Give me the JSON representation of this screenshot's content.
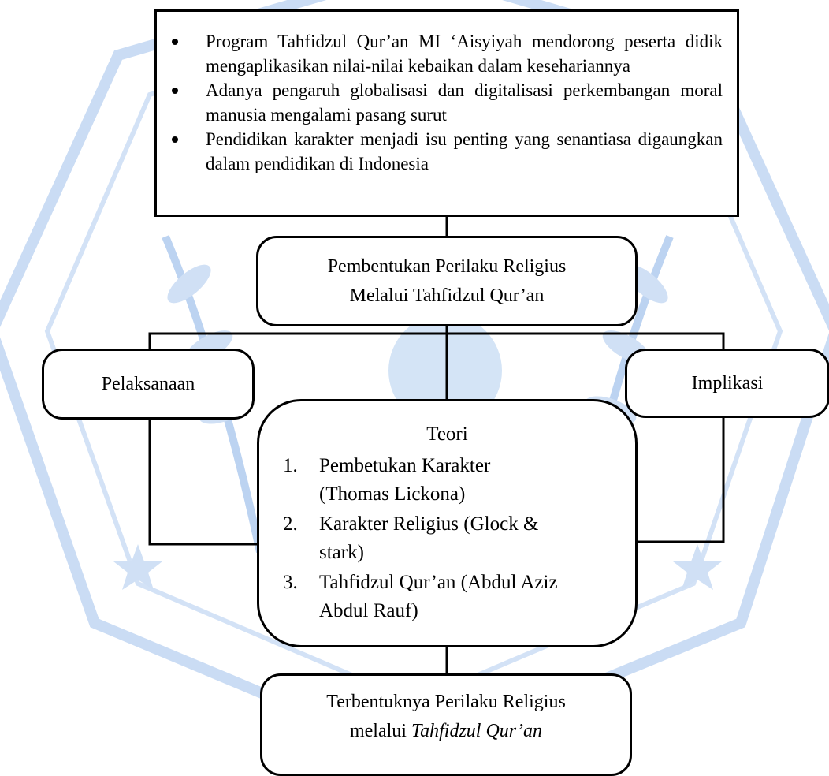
{
  "context": {
    "bullets": [
      "Program Tahfidzul Qur’an MI ‘Aisyiyah mendorong peserta didik mengaplikasikan nilai-nilai kebaikan dalam kesehariannya",
      "Adanya pengaruh globalisasi dan digitalisasi perkembangan moral manusia mengalami pasang surut",
      "Pendidikan karakter menjadi isu penting yang senantiasa digaungkan dalam pendidikan di Indonesia"
    ]
  },
  "central": {
    "line1": "Pembentukan Perilaku Religius",
    "line2": "Melalui Tahfidzul Qur’an"
  },
  "left_branch": {
    "label": "Pelaksanaan"
  },
  "right_branch": {
    "label": "Implikasi"
  },
  "theory": {
    "title": "Teori",
    "items": [
      {
        "number": "1.",
        "line1": "Pembetukan Karakter",
        "line2": "(Thomas Lickona)"
      },
      {
        "number": "2.",
        "line1": "Karakter Religius (Glock &",
        "line2": "stark)"
      },
      {
        "number": "3.",
        "line1": "Tahfidzul Qur’an (Abdul Aziz",
        "line2": "Abdul Rauf)"
      }
    ]
  },
  "result": {
    "line1": "Terbentuknya Perilaku Religius",
    "line2_prefix": "melalui ",
    "line2_italic": "Tahfidzul Qur’an"
  },
  "colors": {
    "watermark": "#a9c6ee",
    "line": "#000000"
  }
}
